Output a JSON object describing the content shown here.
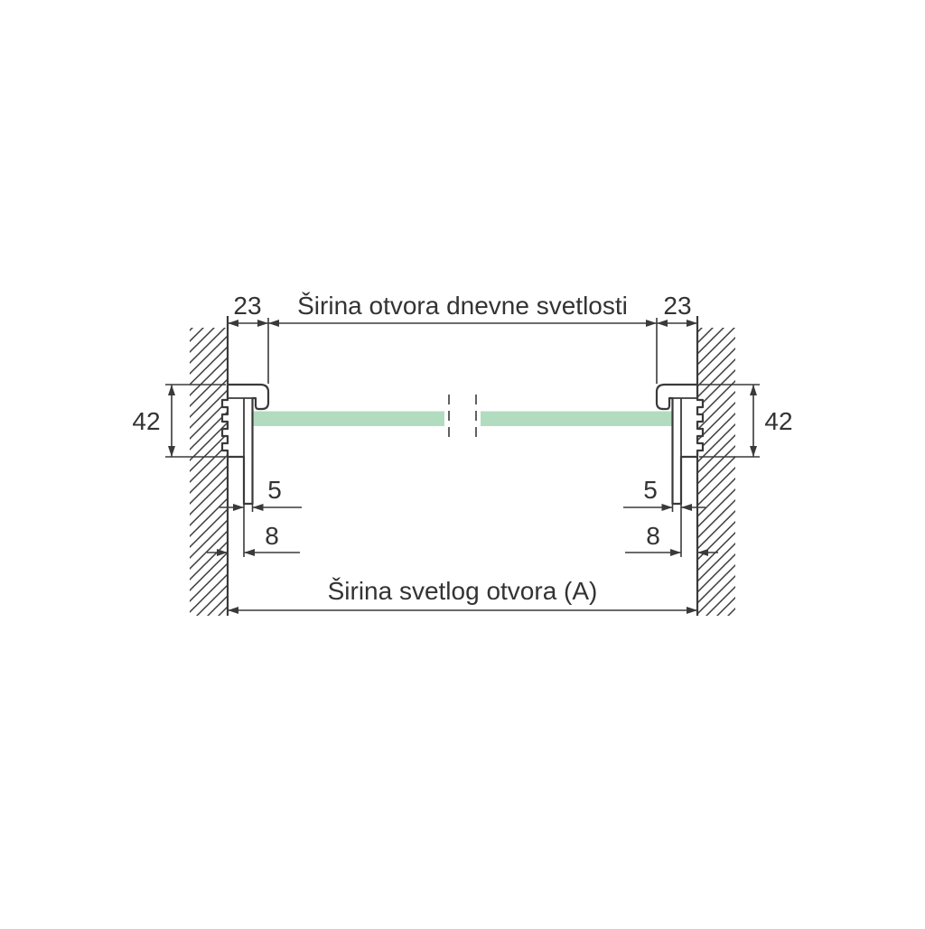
{
  "labels": {
    "top_title": "Širina otvora dnevne svetlosti",
    "bottom_title": "Širina svetlog otvora (A)"
  },
  "dimensions": {
    "left_23": "23",
    "right_23": "23",
    "left_42": "42",
    "right_42": "42",
    "left_5": "5",
    "right_5": "5",
    "left_8": "8",
    "right_8": "8"
  },
  "colors": {
    "line": "#3a3a3a",
    "glass": "#b2dcc0",
    "background": "#ffffff"
  }
}
